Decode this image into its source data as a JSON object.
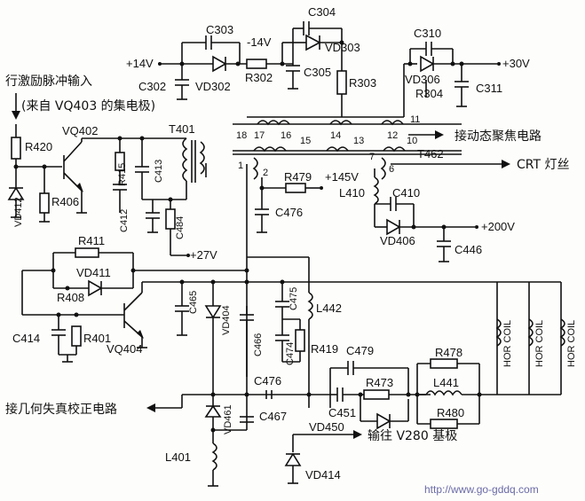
{
  "labels": {
    "C303": "C303",
    "C304": "C304",
    "C310": "C310",
    "v14a": "+14V",
    "v14b": "-14V",
    "v30": "+30V",
    "VD303": "VD303",
    "C305": "C305",
    "C302": "C302",
    "VD302": "VD302",
    "R302": "R302",
    "R303": "R303",
    "VD306": "VD306",
    "R304": "R304",
    "C311": "C311",
    "input1": "行激励脉冲输入",
    "input2": "(来自 VQ403 的集电极)",
    "R420": "R420",
    "VQ402": "VQ402",
    "T401": "T401",
    "R415": "R415",
    "C413": "C413",
    "VD412": "VD412",
    "R406": "R406",
    "C412": "C412",
    "C484": "C484",
    "v27": "+27V",
    "p11": "11",
    "p18": "18",
    "p17": "17",
    "p16": "16",
    "p15": "15",
    "p14": "14",
    "p13": "13",
    "p12": "12",
    "p10": "10",
    "p1": "1",
    "p2": "2",
    "p7": "7",
    "p6": "6",
    "focus": "接动态聚焦电路",
    "T462": "T462",
    "crt": "CRT 灯丝",
    "R479": "R479",
    "v145": "+145V",
    "L410": "L410",
    "C410": "C410",
    "C476a": "C476",
    "VD406": "VD406",
    "v200": "+200V",
    "C446": "C446",
    "R411": "R411",
    "VD411": "VD411",
    "R408": "R408",
    "C465": "C465",
    "C475": "C475",
    "L442": "L442",
    "VD404": "VD404",
    "C414": "C414",
    "R401": "R401",
    "VQ404": "VQ404",
    "C466": "C466",
    "C474": "C474",
    "R419": "R419",
    "C479": "C479",
    "R478": "R478",
    "C476b": "C476",
    "L441": "L441",
    "R473": "R473",
    "hor1": "HOR COIL",
    "hor2": "HOR COIL",
    "hor3": "HOR COIL",
    "geom": "接几何失真校正电路",
    "VD461": "VD461",
    "C467": "C467",
    "C451": "C451",
    "R480": "R480",
    "VD450": "VD450",
    "v280": "输往 V280 基极",
    "L401": "L401",
    "VD414": "VD414",
    "url": "http://www.go-gddq.com"
  }
}
